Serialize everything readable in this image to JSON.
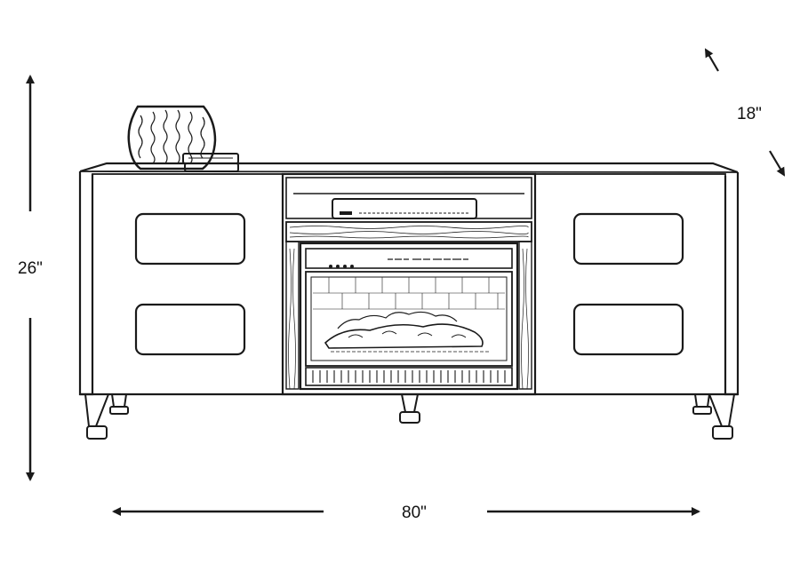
{
  "dimensions": {
    "height_label": "26\"",
    "width_label": "80\"",
    "depth_label": "18\""
  },
  "colors": {
    "ink": "#1a1a1a",
    "background": "#ffffff"
  }
}
